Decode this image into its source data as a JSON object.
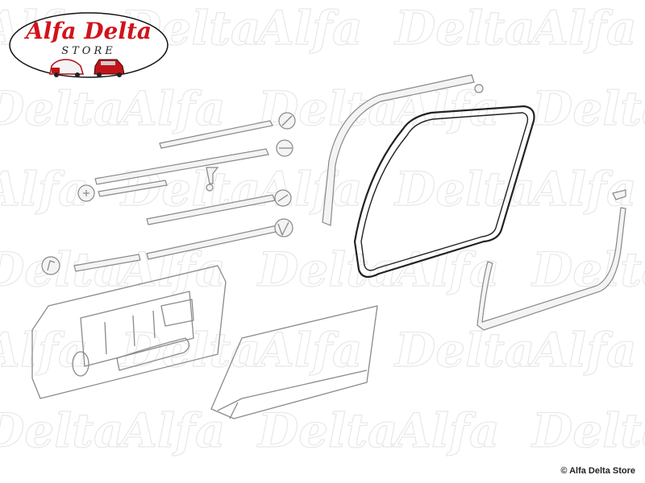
{
  "logo": {
    "brand": "Alfa Delta",
    "subtitle": "STORE"
  },
  "watermark": {
    "text": "Alfa Delta"
  },
  "copyright": "© Alfa Delta Store",
  "colors": {
    "brand_red": "#d0141b",
    "line": "#8a8a8a",
    "seal": "#222222"
  }
}
